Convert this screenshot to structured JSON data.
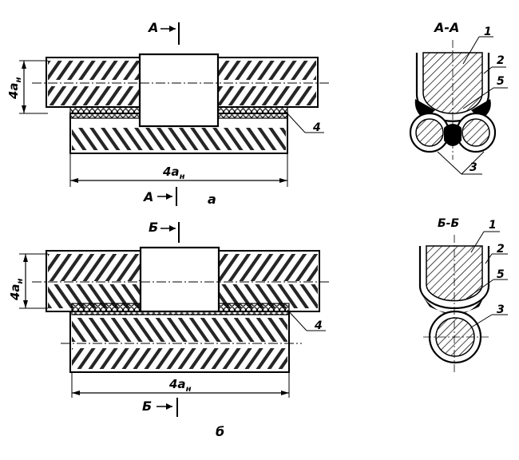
{
  "figure_a": {
    "section_mark_top": "A",
    "section_mark_bottom": "A",
    "height_dim": "4a",
    "height_dim_sub": "н",
    "length_dim": "4a",
    "length_dim_sub": "н",
    "weld_callout": "4",
    "caption": "a"
  },
  "figure_b": {
    "section_mark_top": "Б",
    "section_mark_bottom": "Б",
    "height_dim": "4a",
    "height_dim_sub": "н",
    "length_dim": "4a",
    "length_dim_sub": "н",
    "weld_callout": "4",
    "caption": "б"
  },
  "section_aa": {
    "title": "A-A",
    "callouts": [
      "1",
      "2",
      "5",
      "3"
    ]
  },
  "section_bb": {
    "title": "Б-Б",
    "callouts": [
      "1",
      "2",
      "5",
      "3"
    ]
  },
  "colors": {
    "ink": "#000000",
    "paper": "#ffffff"
  }
}
